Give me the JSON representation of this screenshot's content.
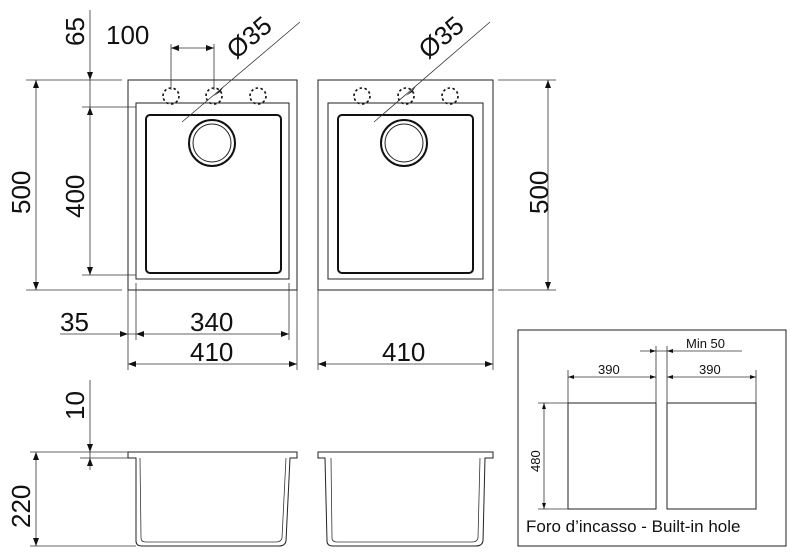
{
  "dimensions": {
    "top_offset": "65",
    "hole_spacing": "100",
    "hole_diameter_left": "Ø35",
    "hole_diameter_right": "Ø35",
    "height_left": "500",
    "basin_height": "400",
    "height_right": "500",
    "rim_width": "35",
    "basin_width": "340",
    "width_left": "410",
    "width_right": "410",
    "rim_thickness": "10",
    "depth": "220"
  },
  "cutout": {
    "gap": "Min 50",
    "width_left": "390",
    "width_right": "390",
    "height": "480",
    "caption": "Foro d’incasso - Built-in hole"
  }
}
